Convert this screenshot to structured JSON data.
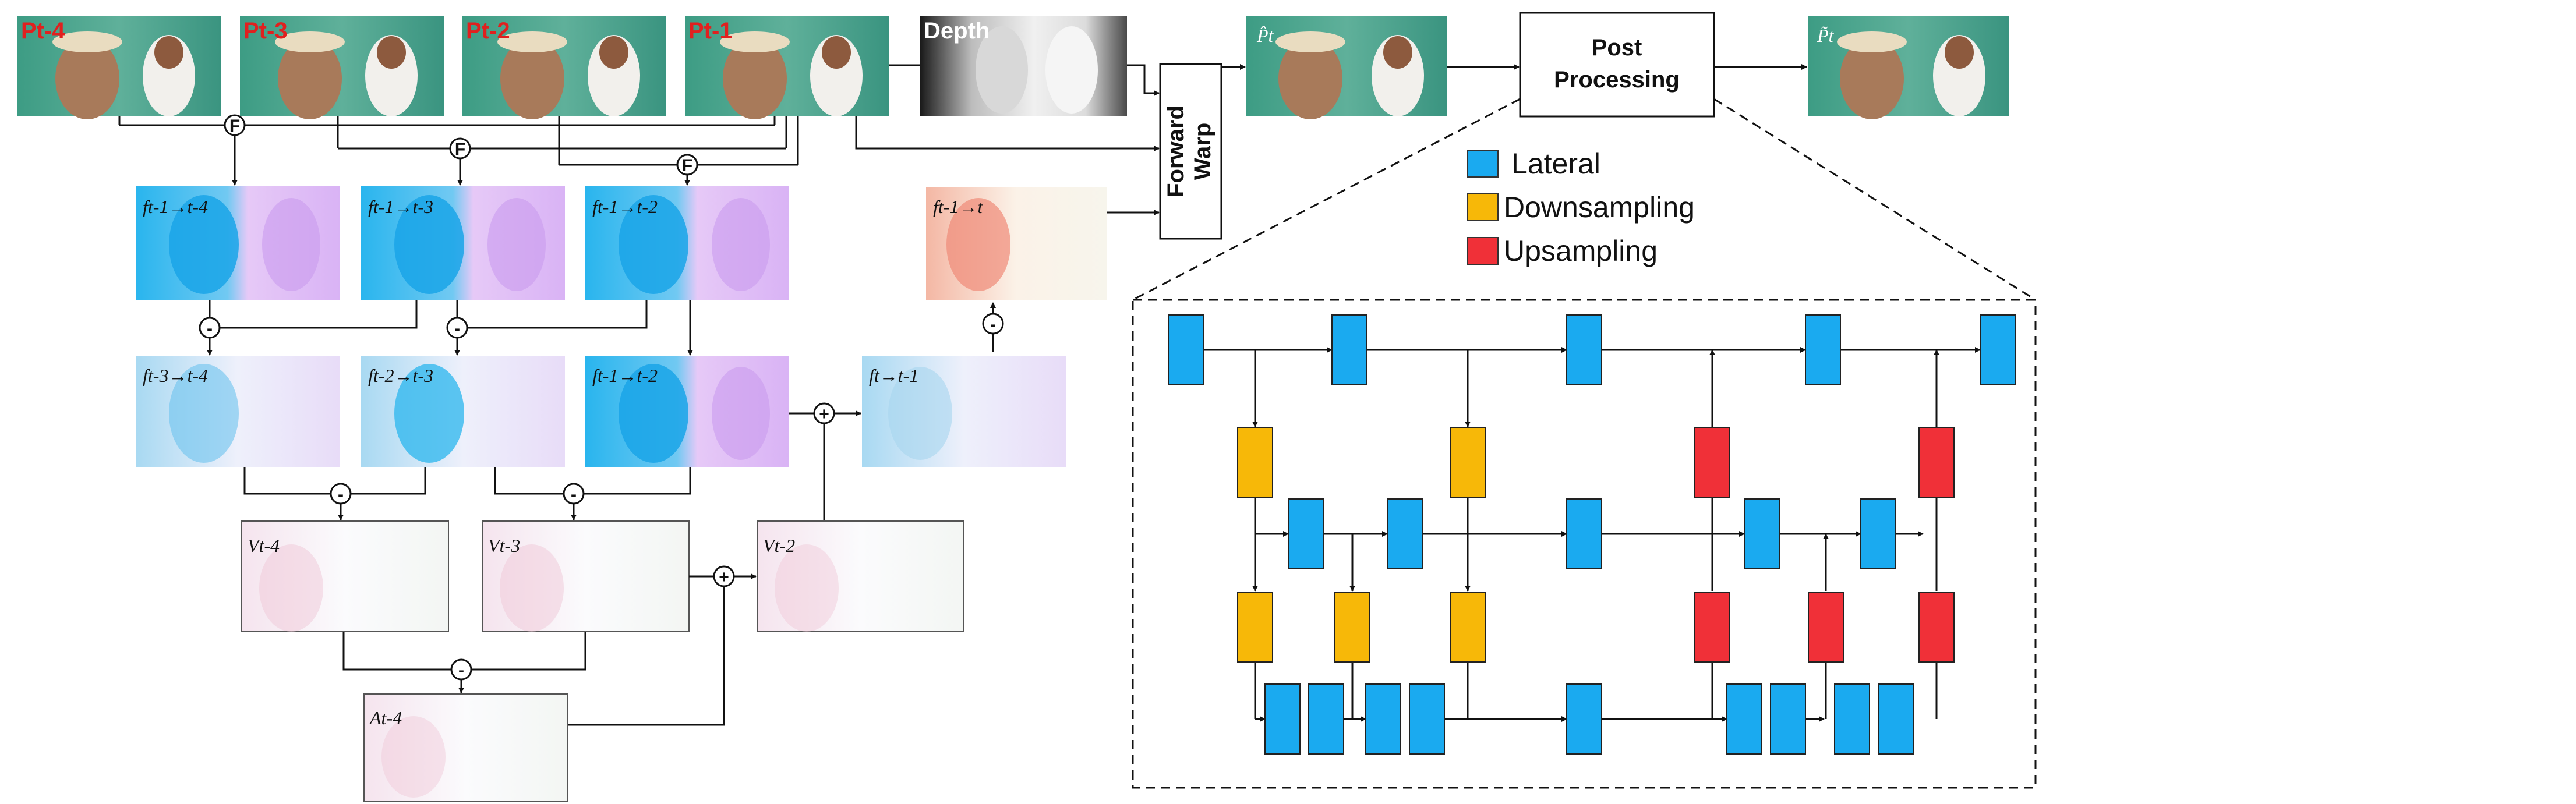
{
  "frames": [
    {
      "id": "p_t_4",
      "label": "Pt-4"
    },
    {
      "id": "p_t_3",
      "label": "Pt-3"
    },
    {
      "id": "p_t_2",
      "label": "Pt-2"
    },
    {
      "id": "p_t_1",
      "label": "Pt-1"
    }
  ],
  "depth": {
    "label": "Depth"
  },
  "forward_warp": {
    "line1": "Forward",
    "line2": "Warp"
  },
  "warped_frame": {
    "label": "P̂t"
  },
  "post_processing": {
    "line1": "Post",
    "line2": "Processing"
  },
  "output_frame": {
    "label": "P̃t"
  },
  "operators": {
    "fuse": "F",
    "minus": "-",
    "plus": "+"
  },
  "flows_row1": [
    {
      "id": "f_t1_t4",
      "label": "ft-1→t-4"
    },
    {
      "id": "f_t1_t3",
      "label": "ft-1→t-3"
    },
    {
      "id": "f_t1_t2",
      "label": "ft-1→t-2"
    }
  ],
  "flow_target": {
    "label": "ft-1→t"
  },
  "flows_row2": [
    {
      "id": "f_t3_t4",
      "label": "ft-3→t-4"
    },
    {
      "id": "f_t2_t3",
      "label": "ft-2→t-3"
    },
    {
      "id": "f_t1_t2b",
      "label": "ft-1→t-2"
    },
    {
      "id": "f_t_t1",
      "label": "ft→t-1"
    }
  ],
  "velocities": [
    {
      "id": "v_t4",
      "label": "Vt-4"
    },
    {
      "id": "v_t3",
      "label": "Vt-3"
    },
    {
      "id": "v_t2",
      "label": "Vt-2"
    }
  ],
  "acceleration": {
    "label": "At-4"
  },
  "legend": [
    {
      "key": "lateral",
      "label": "Lateral",
      "color": "#1aaaf0"
    },
    {
      "key": "downsampling",
      "label": "Downsampling",
      "color": "#f7b808"
    },
    {
      "key": "upsampling",
      "label": "Upsampling",
      "color": "#f03038"
    }
  ],
  "colors": {
    "lateral": "#1aaaf0",
    "downsampling": "#f7b808",
    "upsampling": "#f03038",
    "frame_green": "#3d9c84",
    "flow_blue": "#29b5ee",
    "flow_purple": "#d9b3f5"
  }
}
